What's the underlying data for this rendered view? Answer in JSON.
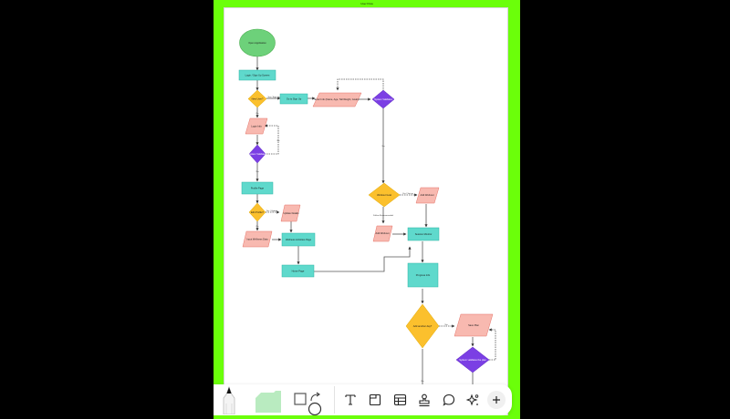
{
  "document": {
    "title": "User Flow"
  },
  "colors": {
    "frame_background": "#6bff0a",
    "start_node": "#6dd17a",
    "process": "#5fd9cc",
    "decision_yellow": "#fbc02d",
    "decision_purple": "#7b3fe4",
    "input_output": "#f8b9b0",
    "connector": "#444444"
  },
  "diagram": {
    "nodes": [
      {
        "id": "start",
        "shape": "ellipse",
        "label": "Open Application"
      },
      {
        "id": "login",
        "shape": "process",
        "label": "Login / Sign Up Screen"
      },
      {
        "id": "new_user",
        "shape": "decision_yellow",
        "label": "New User?"
      },
      {
        "id": "go_signup",
        "shape": "process",
        "label": "Go to Sign Up"
      },
      {
        "id": "enter_info",
        "shape": "io",
        "label": "Enter Info (Name, Age, Tall Weight, Goals)"
      },
      {
        "id": "sys_validate1",
        "shape": "decision_purple",
        "label": "System Validates"
      },
      {
        "id": "login_info",
        "shape": "io",
        "label": "Login Info"
      },
      {
        "id": "sys_validate2",
        "shape": "decision_purple",
        "label": "System Validates"
      },
      {
        "id": "profile",
        "shape": "process",
        "label": "Profile Page"
      },
      {
        "id": "edit_profile",
        "shape": "decision_yellow",
        "label": "Edit Profile?"
      },
      {
        "id": "update_details",
        "shape": "io",
        "label": "Update Details"
      },
      {
        "id": "input_wellness",
        "shape": "io",
        "label": "Input Wellness Data"
      },
      {
        "id": "wellness_page",
        "shape": "process",
        "label": "Wellness Activities Page"
      },
      {
        "id": "home_page",
        "shape": "process",
        "label": "Home Page"
      },
      {
        "id": "workout_goal",
        "shape": "decision_yellow",
        "label": "Workout Goal"
      },
      {
        "id": "add_workout",
        "shape": "io",
        "label": "Add Workout"
      },
      {
        "id": "add_workout2",
        "shape": "io",
        "label": "Add Workout"
      },
      {
        "id": "session_monitor",
        "shape": "process",
        "label": "Session Monitor"
      },
      {
        "id": "progress_info",
        "shape": "process",
        "label": "Progress Info"
      },
      {
        "id": "add_another",
        "shape": "decision_yellow",
        "label": "Add another day?"
      },
      {
        "id": "save_plan",
        "shape": "io",
        "label": "Save Plan"
      },
      {
        "id": "sys_validate3",
        "shape": "decision_purple",
        "label": "System validates the plan"
      }
    ],
    "edge_labels": {
      "new_user_no": "No",
      "new_user_yes": "Yes / Sign Up",
      "validate_loop": "No",
      "validate_ok": "Yes",
      "validate2_ok": "Yes",
      "edit_yes": "Yes / Update",
      "edit_no": "No",
      "validate1_ok": "Yes",
      "workout_yes": "Yes / Set up",
      "workout_no": "Follow Recommended",
      "add_another_yes": "Yes",
      "add_another_no": "No"
    }
  },
  "toolbar": {
    "drawing_tools": [
      {
        "name": "pen",
        "icon": "pen-icon"
      },
      {
        "name": "marker",
        "icon": "highlighter-icon"
      },
      {
        "name": "shapes",
        "icon": "shapes-icon"
      }
    ],
    "actions": [
      {
        "name": "text",
        "icon": "text-icon",
        "glyph": "T"
      },
      {
        "name": "sticky-note",
        "icon": "sticky-note-icon"
      },
      {
        "name": "table",
        "icon": "table-icon"
      },
      {
        "name": "stamp",
        "icon": "stamp-icon"
      },
      {
        "name": "comment",
        "icon": "comment-icon"
      },
      {
        "name": "ai-magic",
        "icon": "sparkles-icon"
      },
      {
        "name": "add",
        "icon": "plus-icon",
        "glyph": "+"
      }
    ]
  }
}
